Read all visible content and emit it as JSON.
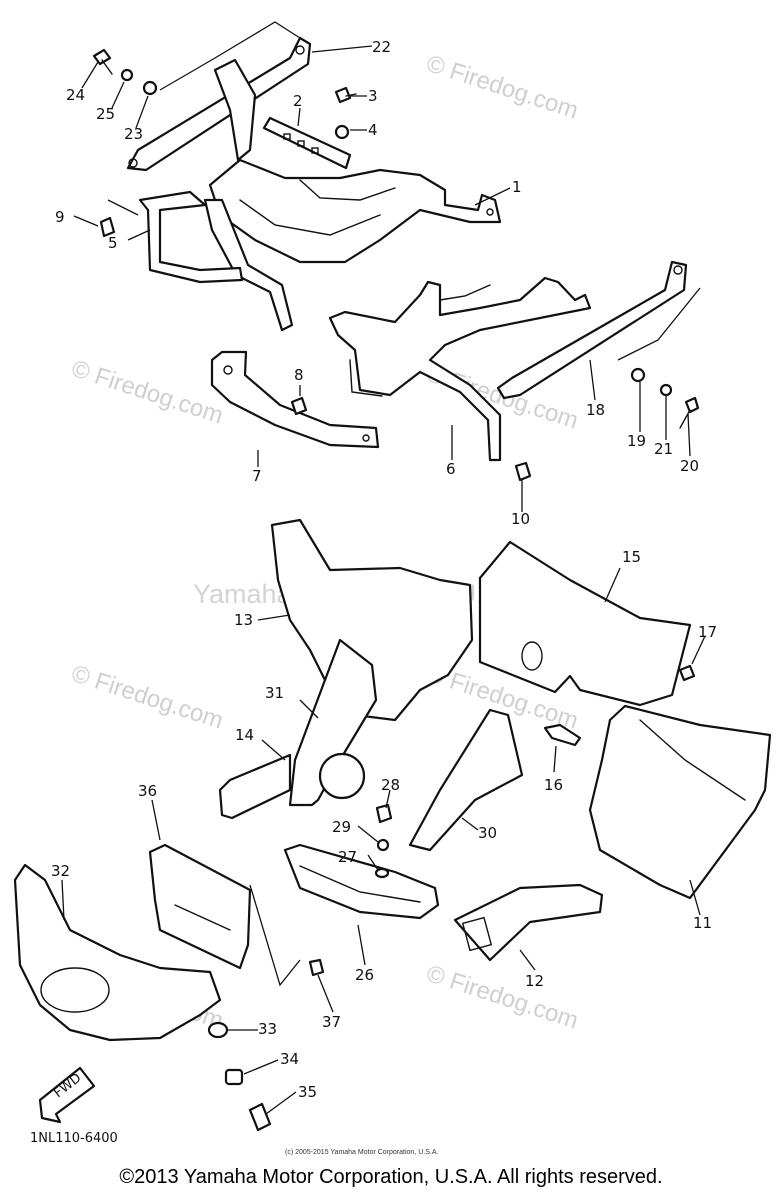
{
  "diagram": {
    "part_code": "1NL110-6400",
    "fwd_label": "FWD",
    "callouts": [
      "1",
      "2",
      "3",
      "4",
      "5",
      "6",
      "7",
      "8",
      "9",
      "10",
      "11",
      "12",
      "13",
      "14",
      "15",
      "16",
      "17",
      "18",
      "19",
      "20",
      "21",
      "22",
      "23",
      "24",
      "25",
      "26",
      "27",
      "28",
      "29",
      "30",
      "31",
      "32",
      "33",
      "34",
      "35",
      "36",
      "37"
    ],
    "watermarks": {
      "site": "© Firedog.com",
      "center": "Yamaha Motor Corp., U.S.A."
    },
    "small_print": "(c) 2005-2015 Yamaha Motor Corporation, U.S.A."
  },
  "footer": {
    "copyright": "©2013 Yamaha Motor Corporation, U.S.A. All rights reserved."
  }
}
